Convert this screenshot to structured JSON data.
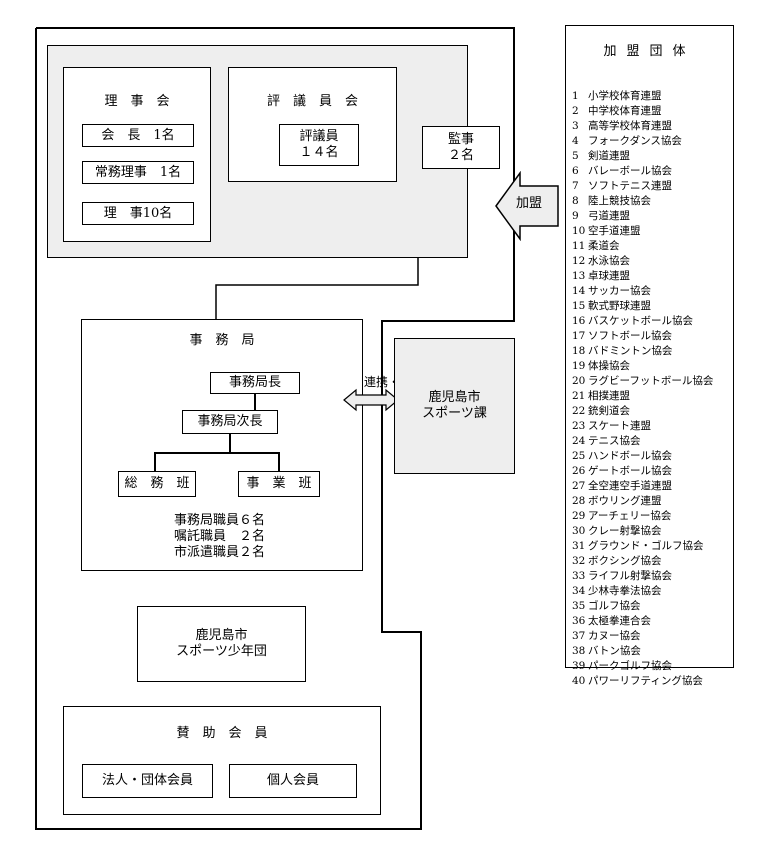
{
  "board": {
    "title": "理　事　会",
    "chairman": "会　長　1名",
    "executive_director": "常務理事　1名",
    "directors": "理　事10名"
  },
  "council": {
    "title": "評　議　員　会",
    "councilors": "評議員\n１４名"
  },
  "auditor": "監事\n２名",
  "affiliation_label": "加盟",
  "secretariat": {
    "title": "事　務　局",
    "director": "事務局長",
    "deputy_director": "事務局次長",
    "general_affairs": "総　務　班",
    "operations": "事　業　班",
    "staff": "事務局職員６名\n嘱託職員　２名\n市派遣職員２名"
  },
  "cooperation_label": "連携・協力",
  "city_sports_division": "鹿児島市\nスポーツ課",
  "youth_sports_corps": "鹿児島市\nスポーツ少年団",
  "supporting_members": {
    "title": "賛　助　会　員",
    "corporate": "法人・団体会員",
    "individual": "個人会員"
  },
  "member_organizations": {
    "title": "加盟団体",
    "items": [
      {
        "no": "1",
        "name": "小学校体育連盟"
      },
      {
        "no": "2",
        "name": "中学校体育連盟"
      },
      {
        "no": "3",
        "name": "高等学校体育連盟"
      },
      {
        "no": "4",
        "name": "フォークダンス協会"
      },
      {
        "no": "5",
        "name": "剣道連盟"
      },
      {
        "no": "6",
        "name": "バレーボール協会"
      },
      {
        "no": "7",
        "name": "ソフトテニス連盟"
      },
      {
        "no": "8",
        "name": "陸上競技協会"
      },
      {
        "no": "9",
        "name": "弓道連盟"
      },
      {
        "no": "10",
        "name": "空手道連盟"
      },
      {
        "no": "11",
        "name": "柔道会"
      },
      {
        "no": "12",
        "name": "水泳協会"
      },
      {
        "no": "13",
        "name": "卓球連盟"
      },
      {
        "no": "14",
        "name": "サッカー協会"
      },
      {
        "no": "15",
        "name": "軟式野球連盟"
      },
      {
        "no": "16",
        "name": "バスケットボール協会"
      },
      {
        "no": "17",
        "name": "ソフトボール協会"
      },
      {
        "no": "18",
        "name": "バドミントン協会"
      },
      {
        "no": "19",
        "name": "体操協会"
      },
      {
        "no": "20",
        "name": "ラグビーフットボール協会"
      },
      {
        "no": "21",
        "name": "相撲連盟"
      },
      {
        "no": "22",
        "name": "銃剣道会"
      },
      {
        "no": "23",
        "name": "スケート連盟"
      },
      {
        "no": "24",
        "name": "テニス協会"
      },
      {
        "no": "25",
        "name": "ハンドボール協会"
      },
      {
        "no": "26",
        "name": "ゲートボール協会"
      },
      {
        "no": "27",
        "name": "全空連空手道連盟"
      },
      {
        "no": "28",
        "name": "ボウリング連盟"
      },
      {
        "no": "29",
        "name": "アーチェリー協会"
      },
      {
        "no": "30",
        "name": "クレー射撃協会"
      },
      {
        "no": "31",
        "name": "グラウンド・ゴルフ協会"
      },
      {
        "no": "32",
        "name": "ボクシング協会"
      },
      {
        "no": "33",
        "name": "ライフル射撃協会"
      },
      {
        "no": "34",
        "name": "少林寺拳法協会"
      },
      {
        "no": "35",
        "name": "ゴルフ協会"
      },
      {
        "no": "36",
        "name": "太極拳連合会"
      },
      {
        "no": "37",
        "name": "カヌー協会"
      },
      {
        "no": "38",
        "name": "バトン協会"
      },
      {
        "no": "39",
        "name": "パークゴルフ協会"
      },
      {
        "no": "40",
        "name": "パワーリフティング協会"
      }
    ]
  },
  "colors": {
    "line": "#000000",
    "gray_fill": "#eeeeee",
    "background": "#ffffff"
  }
}
